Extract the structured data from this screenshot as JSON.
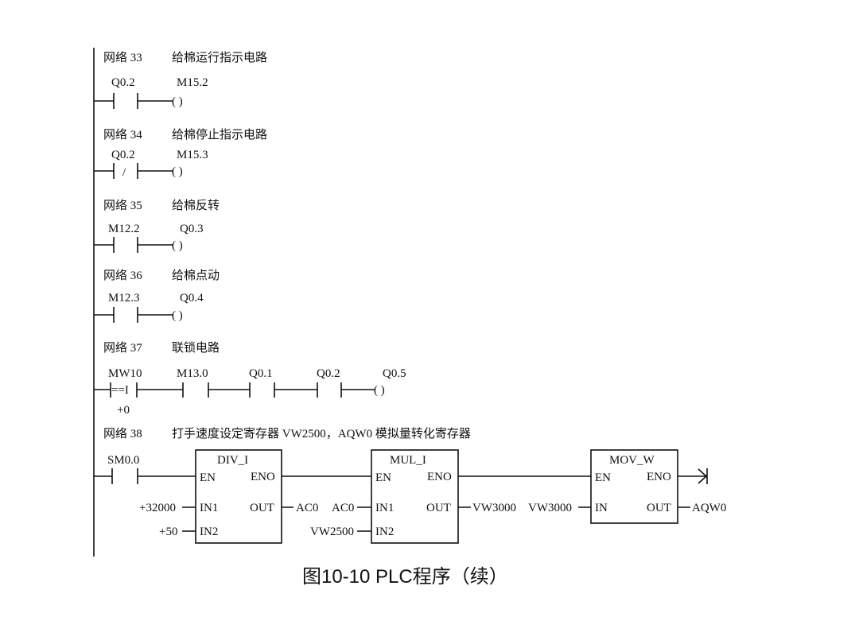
{
  "networks": [
    {
      "title": "网络 33",
      "comment": "给棉运行指示电路",
      "contact": "Q0.2",
      "coil": "M15.2"
    },
    {
      "title": "网络 34",
      "comment": "给棉停止指示电路",
      "contact": "Q0.2",
      "contact_symbol": "/",
      "coil": "M15.3"
    },
    {
      "title": "网络 35",
      "comment": "给棉反转",
      "contact": "M12.2",
      "coil": "Q0.3"
    },
    {
      "title": "网络 36",
      "comment": "给棉点动",
      "contact": "M12.3",
      "coil": "Q0.4"
    },
    {
      "title": "网络 37",
      "comment": "联锁电路",
      "compare_top": "MW10",
      "compare_op": "==I",
      "compare_bottom": "+0",
      "contacts": [
        "M13.0",
        "Q0.1",
        "Q0.2"
      ],
      "coil": "Q0.5"
    },
    {
      "title": "网络 38",
      "comment": "打手速度设定寄存器 VW2500，AQW0 模拟量转化寄存器",
      "contact": "SM0.0",
      "boxes": [
        {
          "name": "DIV_I",
          "en": "EN",
          "eno": "ENO",
          "in1": "IN1",
          "in2": "IN2",
          "out": "OUT",
          "in1_val": "+32000",
          "in2_val": "+50",
          "out_val": "AC0"
        },
        {
          "name": "MUL_I",
          "en": "EN",
          "eno": "ENO",
          "in1": "IN1",
          "in2": "IN2",
          "out": "OUT",
          "in1_val": "AC0",
          "in2_val": "VW2500",
          "out_val": "VW3000"
        },
        {
          "name": "MOV_W",
          "en": "EN",
          "eno": "ENO",
          "in": "IN",
          "out": "OUT",
          "in_val": "VW3000",
          "out_val": "AQW0"
        }
      ]
    }
  ],
  "caption": "图10-10  PLC程序（续）"
}
